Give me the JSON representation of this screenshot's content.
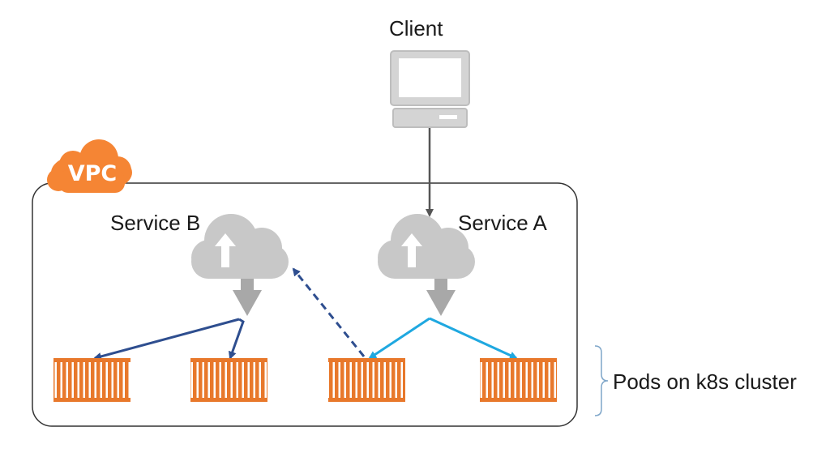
{
  "client": {
    "label": "Client",
    "icon": "desktop-computer-icon"
  },
  "vpc": {
    "label": "VPC",
    "color": "#f58534"
  },
  "service_a": {
    "label": "Service A",
    "icon": "cloud-upload-icon"
  },
  "service_b": {
    "label": "Service B",
    "icon": "cloud-upload-icon"
  },
  "pods": {
    "label": "Pods on k8s cluster",
    "count": 4,
    "color": "#e8782b"
  },
  "colors": {
    "service_b_arrows": "#2e4e8f",
    "service_a_arrows": "#1fa8e0",
    "client_arrow": "#555555",
    "bracket": "#7fa6c9",
    "cloud": "#c8c8c8"
  }
}
